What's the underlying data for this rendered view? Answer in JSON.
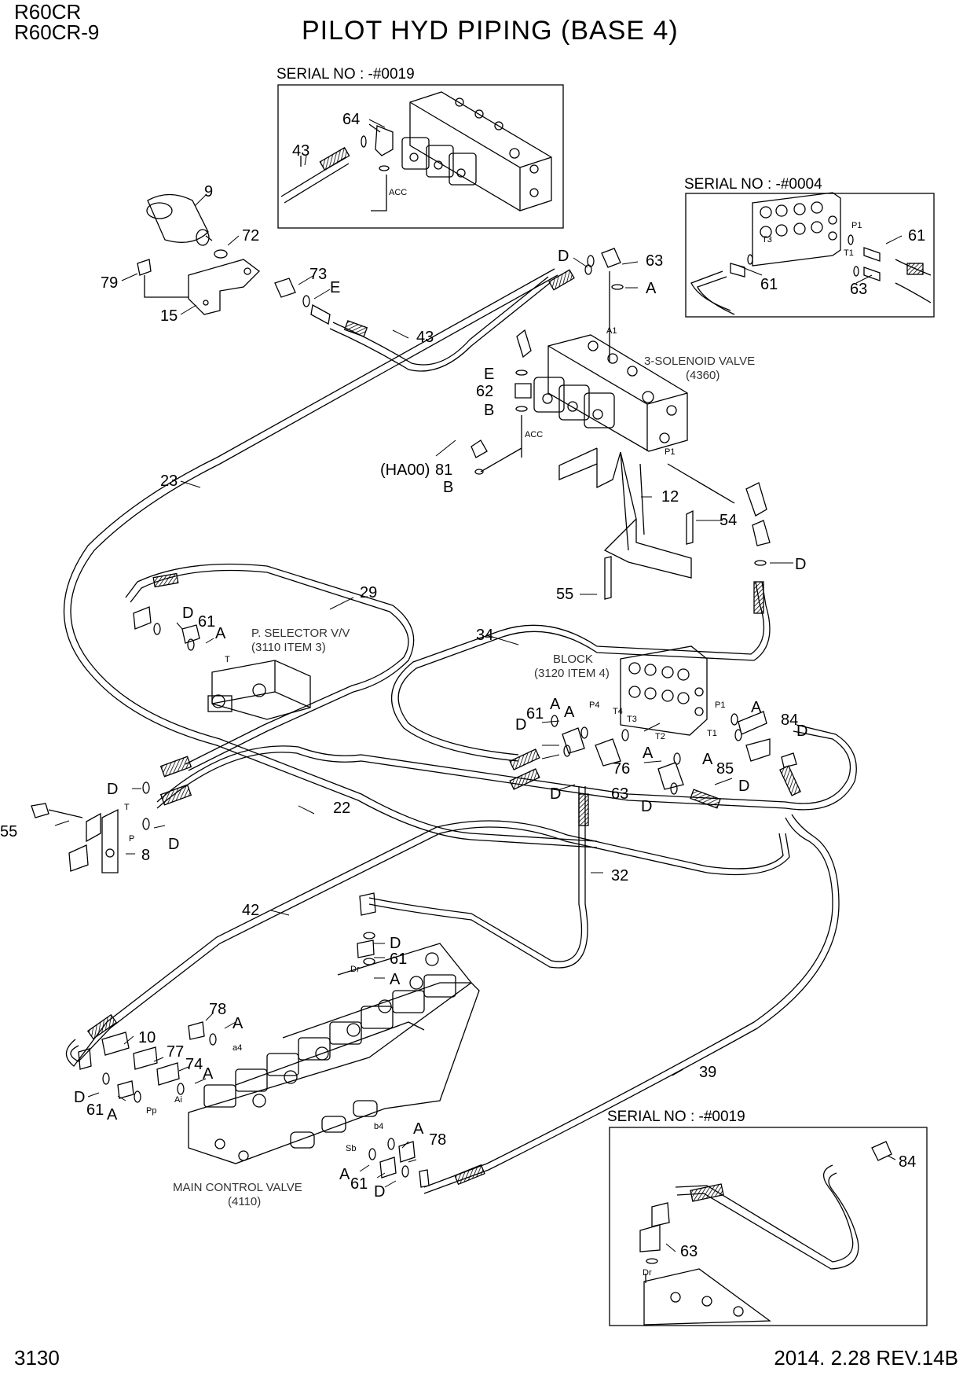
{
  "header": {
    "model_line1": "R60CR",
    "model_line2": "R60CR-9",
    "title": "PILOT HYD PIPING (BASE 4)"
  },
  "footer": {
    "page_number": "3130",
    "revision": "2014. 2.28  REV.14B"
  },
  "insets": {
    "top": {
      "serial": "SERIAL NO : -#0019"
    },
    "right": {
      "serial": "SERIAL NO : -#0004"
    },
    "bottom": {
      "serial": "SERIAL NO : -#0019"
    }
  },
  "components": {
    "solenoid_valve": {
      "name": "3-SOLENOID VALVE",
      "ref": "(4360)"
    },
    "block": {
      "name": "BLOCK",
      "ref": "(3120 ITEM 4)"
    },
    "p_selector": {
      "name": "P. SELECTOR V/V",
      "ref": "(3110 ITEM 3)"
    },
    "main_control_valve": {
      "name": "MAIN CONTROL VALVE",
      "ref": "(4110)"
    }
  },
  "callouts": [
    {
      "id": "c64a",
      "text": "64"
    },
    {
      "id": "c43a",
      "text": "43"
    },
    {
      "id": "cACCa",
      "text": "ACC"
    },
    {
      "id": "c61r1",
      "text": "61"
    },
    {
      "id": "c61r2",
      "text": "61"
    },
    {
      "id": "c63r",
      "text": "63"
    },
    {
      "id": "cT3r",
      "text": "T3"
    },
    {
      "id": "cP1r",
      "text": "P1"
    },
    {
      "id": "cT1r",
      "text": "T1"
    },
    {
      "id": "c9",
      "text": "9"
    },
    {
      "id": "c72",
      "text": "72"
    },
    {
      "id": "c79",
      "text": "79"
    },
    {
      "id": "c15",
      "text": "15"
    },
    {
      "id": "c73",
      "text": "73"
    },
    {
      "id": "cE1",
      "text": "E"
    },
    {
      "id": "cD1",
      "text": "D"
    },
    {
      "id": "c63a",
      "text": "63"
    },
    {
      "id": "cA1",
      "text": "A"
    },
    {
      "id": "cA1p",
      "text": "A1"
    },
    {
      "id": "c43b",
      "text": "43"
    },
    {
      "id": "cE2",
      "text": "E"
    },
    {
      "id": "c62",
      "text": "62"
    },
    {
      "id": "cB1",
      "text": "B"
    },
    {
      "id": "cACCb",
      "text": "ACC"
    },
    {
      "id": "cHA00",
      "text": "(HA00)"
    },
    {
      "id": "c81",
      "text": "81"
    },
    {
      "id": "cB2",
      "text": "B"
    },
    {
      "id": "cP1a",
      "text": "P1"
    },
    {
      "id": "c12",
      "text": "12"
    },
    {
      "id": "c54",
      "text": "54"
    },
    {
      "id": "cD2",
      "text": "D"
    },
    {
      "id": "c23",
      "text": "23"
    },
    {
      "id": "c55a",
      "text": "55"
    },
    {
      "id": "c29",
      "text": "29"
    },
    {
      "id": "cD3",
      "text": "D"
    },
    {
      "id": "c61a",
      "text": "61"
    },
    {
      "id": "cA2",
      "text": "A"
    },
    {
      "id": "cTsel",
      "text": "T"
    },
    {
      "id": "c34",
      "text": "34"
    },
    {
      "id": "cP4",
      "text": "P4"
    },
    {
      "id": "cT4",
      "text": "T4"
    },
    {
      "id": "cT3",
      "text": "T3"
    },
    {
      "id": "cT2",
      "text": "T2"
    },
    {
      "id": "cP1b",
      "text": "P1"
    },
    {
      "id": "cT1",
      "text": "T1"
    },
    {
      "id": "c61b",
      "text": "61"
    },
    {
      "id": "cA3",
      "text": "A"
    },
    {
      "id": "cD4",
      "text": "D"
    },
    {
      "id": "cA4",
      "text": "A"
    },
    {
      "id": "c76",
      "text": "76"
    },
    {
      "id": "cA5",
      "text": "A"
    },
    {
      "id": "cA6",
      "text": "A"
    },
    {
      "id": "c85",
      "text": "85"
    },
    {
      "id": "cA7",
      "text": "A"
    },
    {
      "id": "c84a",
      "text": "84"
    },
    {
      "id": "cD5",
      "text": "D"
    },
    {
      "id": "cD6",
      "text": "D"
    },
    {
      "id": "cD7",
      "text": "D"
    },
    {
      "id": "c63b",
      "text": "63"
    },
    {
      "id": "cD8",
      "text": "D"
    },
    {
      "id": "cD9",
      "text": "D"
    },
    {
      "id": "cTp",
      "text": "T"
    },
    {
      "id": "cPp",
      "text": "P"
    },
    {
      "id": "cD10",
      "text": "D"
    },
    {
      "id": "c55b",
      "text": "55"
    },
    {
      "id": "c8",
      "text": "8"
    },
    {
      "id": "c22",
      "text": "22"
    },
    {
      "id": "c32",
      "text": "32"
    },
    {
      "id": "c42",
      "text": "42"
    },
    {
      "id": "cD11",
      "text": "D"
    },
    {
      "id": "c61c",
      "text": "61"
    },
    {
      "id": "cDr",
      "text": "Dr"
    },
    {
      "id": "cA8",
      "text": "A"
    },
    {
      "id": "c78a",
      "text": "78"
    },
    {
      "id": "cA9",
      "text": "A"
    },
    {
      "id": "ca4",
      "text": "a4"
    },
    {
      "id": "c10",
      "text": "10"
    },
    {
      "id": "c77",
      "text": "77"
    },
    {
      "id": "c74",
      "text": "74"
    },
    {
      "id": "cA10",
      "text": "A"
    },
    {
      "id": "cAi",
      "text": "Ai"
    },
    {
      "id": "cD12",
      "text": "D"
    },
    {
      "id": "c61d",
      "text": "61"
    },
    {
      "id": "cA11",
      "text": "A"
    },
    {
      "id": "cPp2",
      "text": "Pp"
    },
    {
      "id": "cb4",
      "text": "b4"
    },
    {
      "id": "cA12",
      "text": "A"
    },
    {
      "id": "c78b",
      "text": "78"
    },
    {
      "id": "cSb",
      "text": "Sb"
    },
    {
      "id": "cA13",
      "text": "A"
    },
    {
      "id": "c61e",
      "text": "61"
    },
    {
      "id": "cD13",
      "text": "D"
    },
    {
      "id": "c39",
      "text": "39"
    },
    {
      "id": "c84b",
      "text": "84"
    },
    {
      "id": "c63c",
      "text": "63"
    },
    {
      "id": "cDr2",
      "text": "Dr"
    }
  ]
}
